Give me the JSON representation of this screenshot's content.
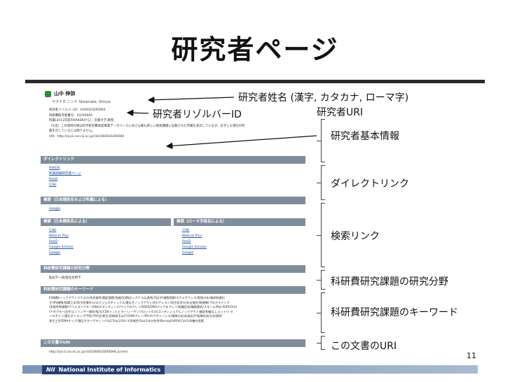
{
  "slide": {
    "title": "研究者ページ",
    "page_number": "11"
  },
  "annotations": {
    "name": "研究者姓名 (漢字, カタカナ, ローマ字)",
    "rid": "研究者リゾルバーID",
    "uri": "研究者URI",
    "basic_info": "研究者基本情報",
    "direct_links": "ダイレクトリンク",
    "search_links": "検索リンク",
    "field": "科研費研究課題の研究分野",
    "keywords": "科研費研究課題のキーワード",
    "doc_uri": "この文書のURI"
  },
  "screenshot": {
    "name": "山中 伸弥",
    "kana": "ヤマナカ シンヤ  Yamanaka, Shinya",
    "info_lines": [
      "研究者リゾルバーID：1000010295694",
      "科研費研究者番号：10295694",
      "所属(2011年度のKAKENから)：京都大学,教授",
      "（※注）この項目の値は科学研究費助成事業データベースにおける最も新しい採択課題に記載された所属を表示しています。必ずしも現在の所",
      "属を示しているとは限りません。",
      "URI : http://rps3.cse.nii.ac.jp/rid/1000010295694"
    ],
    "sections": {
      "direct": "ダイレクトリンク",
      "search_all": "検索（日本語姓名および所属による）",
      "search_ja": "検索（日本語姓名による）",
      "search_en": "検索（ローマ字姓名による）",
      "field": "科研費研究課題の研究分野",
      "keywords": "科研費研究課題のキーワード",
      "doc_uri": "この文書のURI"
    },
    "direct_links": [
      "KAKEN",
      "所属組織研究者ページ",
      "ReaD",
      "CiNii"
    ],
    "google_link": "Google",
    "search_ja_links": [
      "CiNii",
      "Webcat Plus",
      "ReaD",
      "Google Scholar",
      "Google"
    ],
    "search_en_links": [
      "CiNii",
      "Webcat Plus",
      "ReaD",
      "Google Scholar",
      "Google"
    ],
    "field_value": "医化学一般/発生生物学",
    "keyword_lines": [
      "ES細胞/ノックアウトマウス/分化多能性/翻訳調節/発癌/初期化/シグナル伝達/転写因子/細胞周期/ネオメガクシス/胚胎分化/癌抑制遺伝",
      "子/iPS細胞/組織工学/再生医療/Ecs/エピジェネティックス/遺伝子ノックアウト/(E)/アレスト/再生医学/分化全能性/幹細胞/プログラミング",
      "/多能性幹細胞/ウイルスベクター/DNAエディティング/マイクロアレイ/ERES/DNAマイクロアレイ/組織形成/機能解析/スモール/Myc/Klf4/Oct3",
      "/アダプター因子/エンハンサー解析/転写/CDKインヒビター/ノーザンブロット/Cre/コンディショナルノックアウト/翻訳制御エレメント/トラ",
      "ンスポゾン/遺伝子トラップ/不妊/TAP法/発生/初期発生/p27/DNAアレー/PIS子/アポトーシス/細胞分化/成長因子/組織形成/分化誘導/",
      "発生工学/DNAチップ/遺伝子ターゲティング/p27kip1/Oct-3/多能性/Sox2/未分化性/Nanog/4/KIf4/Cdx2/栄養外胚葉"
    ],
    "doc_uri_value": "http://rps3.cse.nii.ac.jp/rid/1000010295694.ja.html"
  },
  "footer": {
    "nii_mark": "NII",
    "nii_name": "National Institute of Informatics"
  }
}
